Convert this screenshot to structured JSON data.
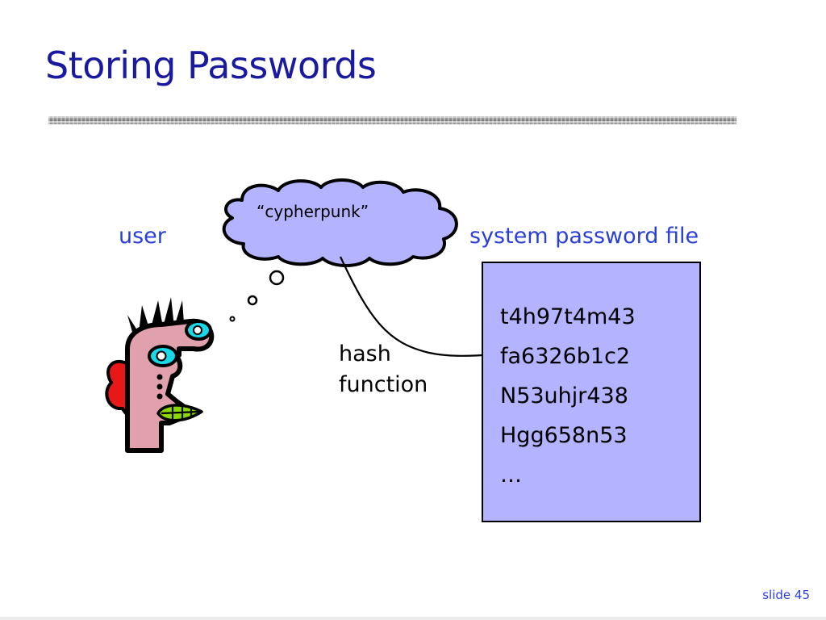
{
  "slide": {
    "title": "Storing Passwords",
    "footer": "slide 45"
  },
  "diagram": {
    "user_label": "user",
    "thought": "“cypherpunk”",
    "hash_label": [
      "hash",
      "function"
    ],
    "file_label": "system password file",
    "password_entries": [
      "t4h97t4m43",
      "fa6326b1c2",
      "N53uhjr438",
      "Hgg658n53",
      "…"
    ]
  },
  "colors": {
    "title": "#1a1aa0",
    "labels": "#2a3fd8",
    "cloud_fill": "#b3b3ff",
    "box_fill": "#b3b3ff",
    "face_skin": "#e0a0ac",
    "eye": "#19d8e8",
    "ear": "#e81818",
    "mouth": "#8ad800"
  },
  "icons": [
    "thought-cloud-icon",
    "cartoon-face-icon",
    "arrow-icon"
  ]
}
